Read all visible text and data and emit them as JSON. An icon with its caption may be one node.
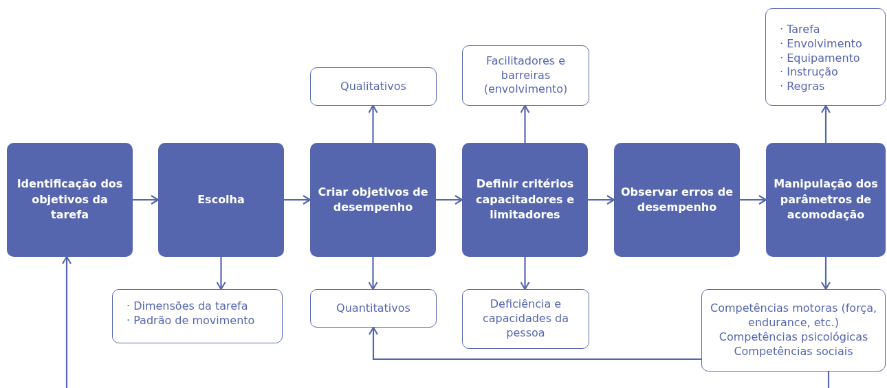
{
  "diagram": {
    "nodes": [
      {
        "text": [
          "Identificação dos objetivos da tarefa"
        ]
      },
      {
        "text": [
          "Escolha"
        ]
      },
      {
        "text": [
          "Criar objetivos de desempenho"
        ]
      },
      {
        "text": [
          "Definir critérios capacitadores e limitadores"
        ]
      },
      {
        "text": [
          "Observar erros de desempenho"
        ]
      },
      {
        "text": [
          "Manipulação dos parâmetros de acomodação"
        ]
      },
      {
        "text": [
          "Qualitativos"
        ]
      },
      {
        "text": [
          "Facilitadores e barreiras (envolvimento)"
        ]
      },
      {
        "text": [
          "· Tarefa",
          "· Envolvimento",
          "· Equipamento",
          "· Instrução",
          "· Regras"
        ]
      },
      {
        "text": [
          "· Dimensões da tarefa",
          "· Padrão de movimento"
        ]
      },
      {
        "text": [
          "Quantitativos"
        ]
      },
      {
        "text": [
          "Deficiência e capacidades da pessoa"
        ]
      },
      {
        "text": [
          "Competências motoras (força, endurance, etc.)",
          "Competências psicológicas",
          "Competências sociais"
        ]
      }
    ],
    "edges": [
      {
        "from": 0,
        "to": 1,
        "arrow": "to"
      },
      {
        "from": 1,
        "to": 2,
        "arrow": "to"
      },
      {
        "from": 2,
        "to": 3,
        "arrow": "to"
      },
      {
        "from": 3,
        "to": 4,
        "arrow": "to"
      },
      {
        "from": 4,
        "to": 5,
        "arrow": "to"
      },
      {
        "from": 2,
        "to": 6,
        "arrow": "to"
      },
      {
        "from": 3,
        "to": 7,
        "arrow": "to"
      },
      {
        "from": 5,
        "to": 8,
        "arrow": "to"
      },
      {
        "from": 1,
        "to": 9,
        "arrow": "to"
      },
      {
        "from": 2,
        "to": 10,
        "arrow": "to"
      },
      {
        "from": 3,
        "to": 11,
        "arrow": "to"
      },
      {
        "from": 5,
        "to": 12,
        "arrow": "to"
      },
      {
        "from": 12,
        "to": 10,
        "arrow": "to"
      },
      {
        "from": 12,
        "to": null,
        "arrow": "none"
      },
      {
        "from": null,
        "to": 0,
        "arrow": "to"
      }
    ]
  }
}
